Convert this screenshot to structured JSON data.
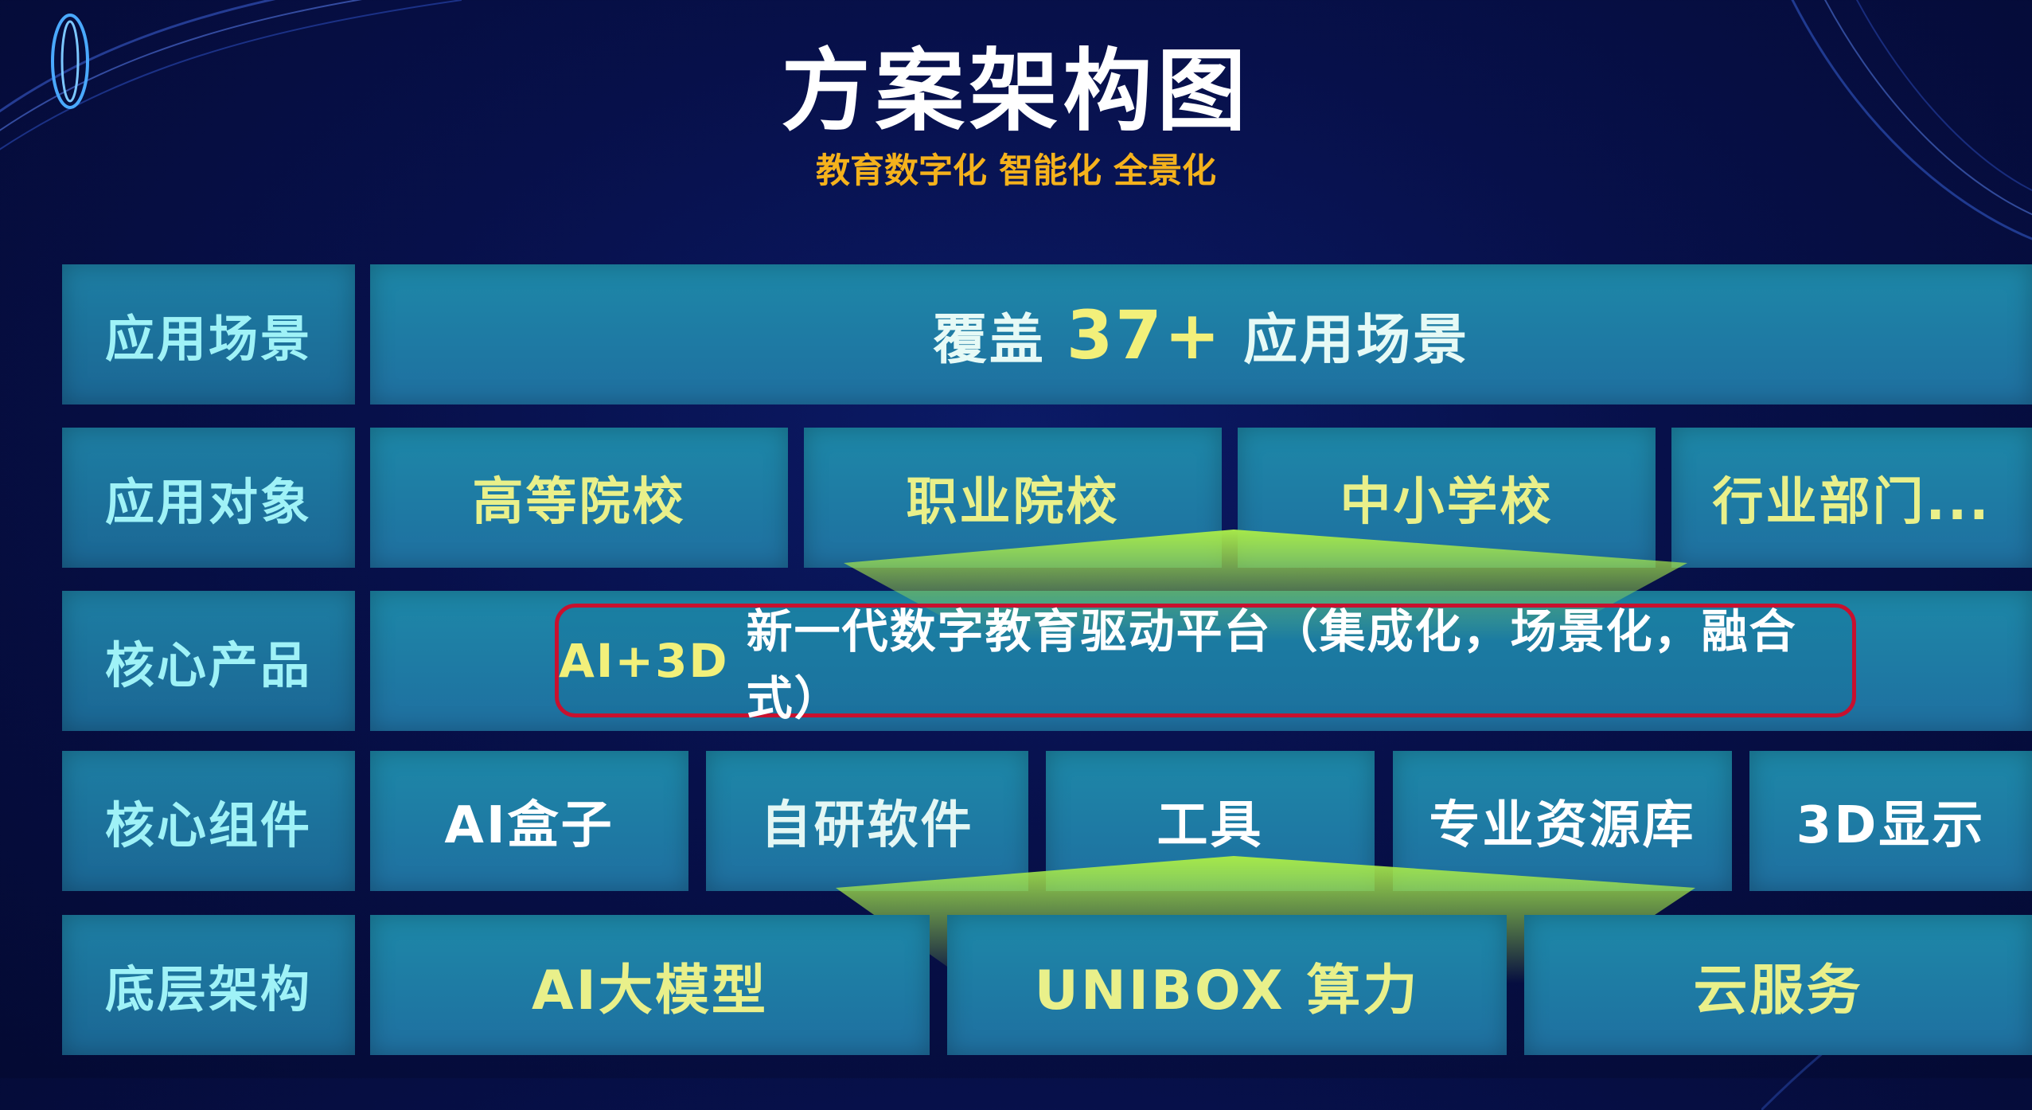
{
  "header": {
    "title": "方案架构图",
    "subtitle": "教育数字化 智能化 全景化"
  },
  "rows": {
    "scenes": {
      "label": "应用场景",
      "prefix": "覆盖",
      "number": "37+",
      "suffix": "应用场景"
    },
    "targets": {
      "label": "应用对象",
      "items": [
        "高等院校",
        "职业院校",
        "中小学校",
        "行业部门..."
      ]
    },
    "product": {
      "label": "核心产品",
      "highlight": "AI+3D",
      "text": "新一代数字教育驱动平台（集成化，场景化，融合式）"
    },
    "components": {
      "label": "核心组件",
      "items": [
        "AI盒子",
        "自研软件",
        "工具",
        "专业资源库",
        "3D显示"
      ]
    },
    "infra": {
      "label": "底层架构",
      "items": [
        "AI大模型",
        "UNIBOX 算力",
        "云服务"
      ]
    }
  },
  "colors": {
    "background": "#07104a",
    "cell": "#1d88a8",
    "label_text": "#9ff2f7",
    "accent_yellow": "#f2f07a",
    "subtitle": "#f5b21c",
    "highlight_border": "#c8102e",
    "arrow": "#8ddc3a"
  }
}
